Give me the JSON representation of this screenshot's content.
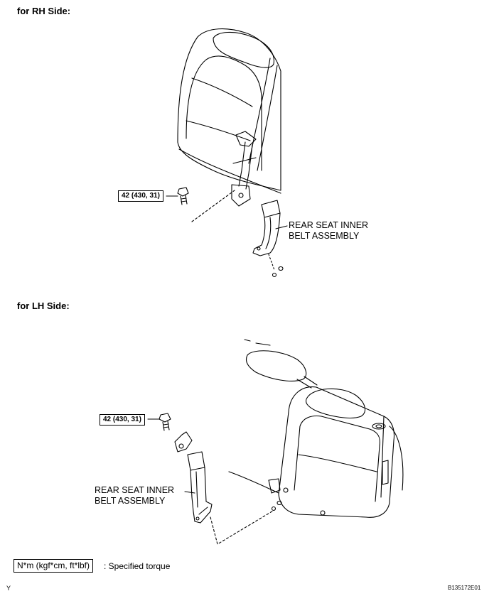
{
  "rh_section": {
    "title": "for RH Side:",
    "torque": "42 (430, 31)",
    "part_label_line1": "REAR SEAT INNER",
    "part_label_line2": "BELT ASSEMBLY"
  },
  "lh_section": {
    "title": "for LH Side:",
    "torque": "42 (430, 31)",
    "part_label_line1": "REAR SEAT INNER",
    "part_label_line2": "BELT ASSEMBLY"
  },
  "legend": {
    "unit_box": "N*m (kgf*cm, ft*lbf)",
    "description": ": Specified torque"
  },
  "footer": {
    "left_code": "Y",
    "right_code": "B135172E01"
  }
}
